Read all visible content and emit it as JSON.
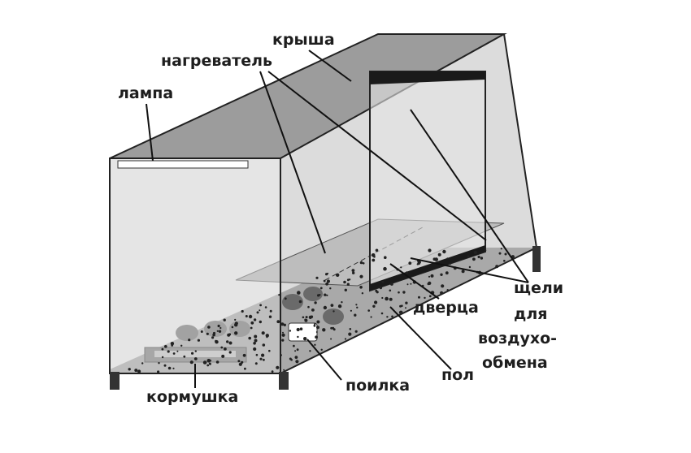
{
  "labels": {
    "roof": "крыша",
    "heater": "нагреватель",
    "lamp": "лампа",
    "slits_1": "щели",
    "slits_2": "для",
    "slits_3": "воздухо-",
    "slits_4": "обмена",
    "door": "дверца",
    "floor": "пол",
    "drinker": "поилка",
    "feeder": "кормушка"
  },
  "colors": {
    "roof": "#9a9a9a",
    "walls": "#d4d4d4",
    "floor": "#a8a8a8",
    "text": "#1e1e1e"
  }
}
